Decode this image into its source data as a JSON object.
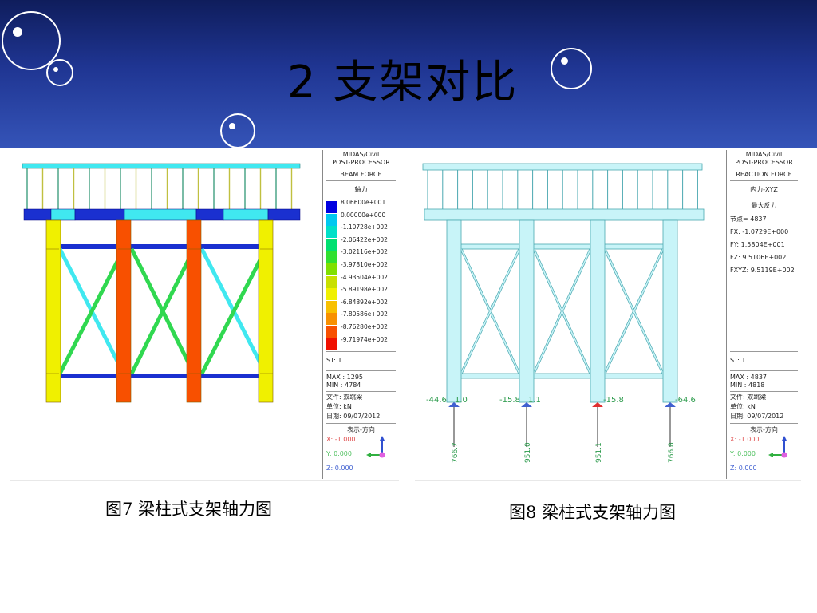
{
  "slide": {
    "title": "2 支架对比"
  },
  "left_panel": {
    "software": "MIDAS/Civil",
    "module": "POST-PROCESSOR",
    "result_type": "BEAM FORCE",
    "component": "轴力",
    "legend_values": [
      "8.06600e+001",
      "0.00000e+000",
      "-1.10728e+002",
      "-2.06422e+002",
      "-3.02116e+002",
      "-3.97810e+002",
      "-4.93504e+002",
      "-5.89198e+002",
      "-6.84892e+002",
      "-7.80586e+002",
      "-8.76280e+002",
      "-9.71974e+002"
    ],
    "legend_colors": [
      "#0000e0",
      "#00c8f0",
      "#00e0c8",
      "#00e070",
      "#30e030",
      "#80e000",
      "#c8e000",
      "#f0f000",
      "#f8c000",
      "#f89000",
      "#f85000",
      "#f01000"
    ],
    "st": "ST: 1",
    "max": "MAX : 1295",
    "min": "MIN : 4784",
    "file": "文件: 双跳梁",
    "unit": "单位: kN",
    "date": "日期: 09/07/2012",
    "view": "表示-方向",
    "axis_x": "X: -1.000",
    "axis_y": "Y: 0.000",
    "axis_z": "Z: 0.000"
  },
  "right_panel": {
    "software": "MIDAS/Civil",
    "module": "POST-PROCESSOR",
    "result_type": "REACTION FORCE",
    "component": "内力-XYZ",
    "max_label": "最大反力",
    "node": "节点= 4837",
    "fx": "FX:  -1.0729E+000",
    "fy": "FY:   1.5804E+001",
    "fz": "FZ:   9.5106E+002",
    "fxyz": "FXYZ: 9.5119E+002",
    "st": "ST: 1",
    "max": "MAX : 4837",
    "min": "MIN : 4818",
    "file": "文件: 双跳梁",
    "unit": "单位: kN",
    "date": "日期: 09/07/2012",
    "view": "表示-方向",
    "axis_x": "X: -1.000",
    "axis_y": "Y: 0.000",
    "axis_z": "Z: 0.000",
    "top_labels": [
      "-44.6",
      "1.0",
      "-15.8",
      "1.1",
      "-15.8",
      "-64.6"
    ],
    "reaction_values": [
      "766.7",
      "951.0",
      "951.1",
      "766.8"
    ]
  },
  "captions": {
    "left": "图7 梁柱式支架轴力图",
    "right": "图8 梁柱式支架轴力图"
  },
  "colors": {
    "header_dark": "#0f1d5c",
    "header_light": "#3554b8",
    "structure_cyan": "#c8f4f8",
    "column_yellow": "#f0f000",
    "column_orange": "#f85000",
    "beam_blue": "#1a30d0"
  }
}
